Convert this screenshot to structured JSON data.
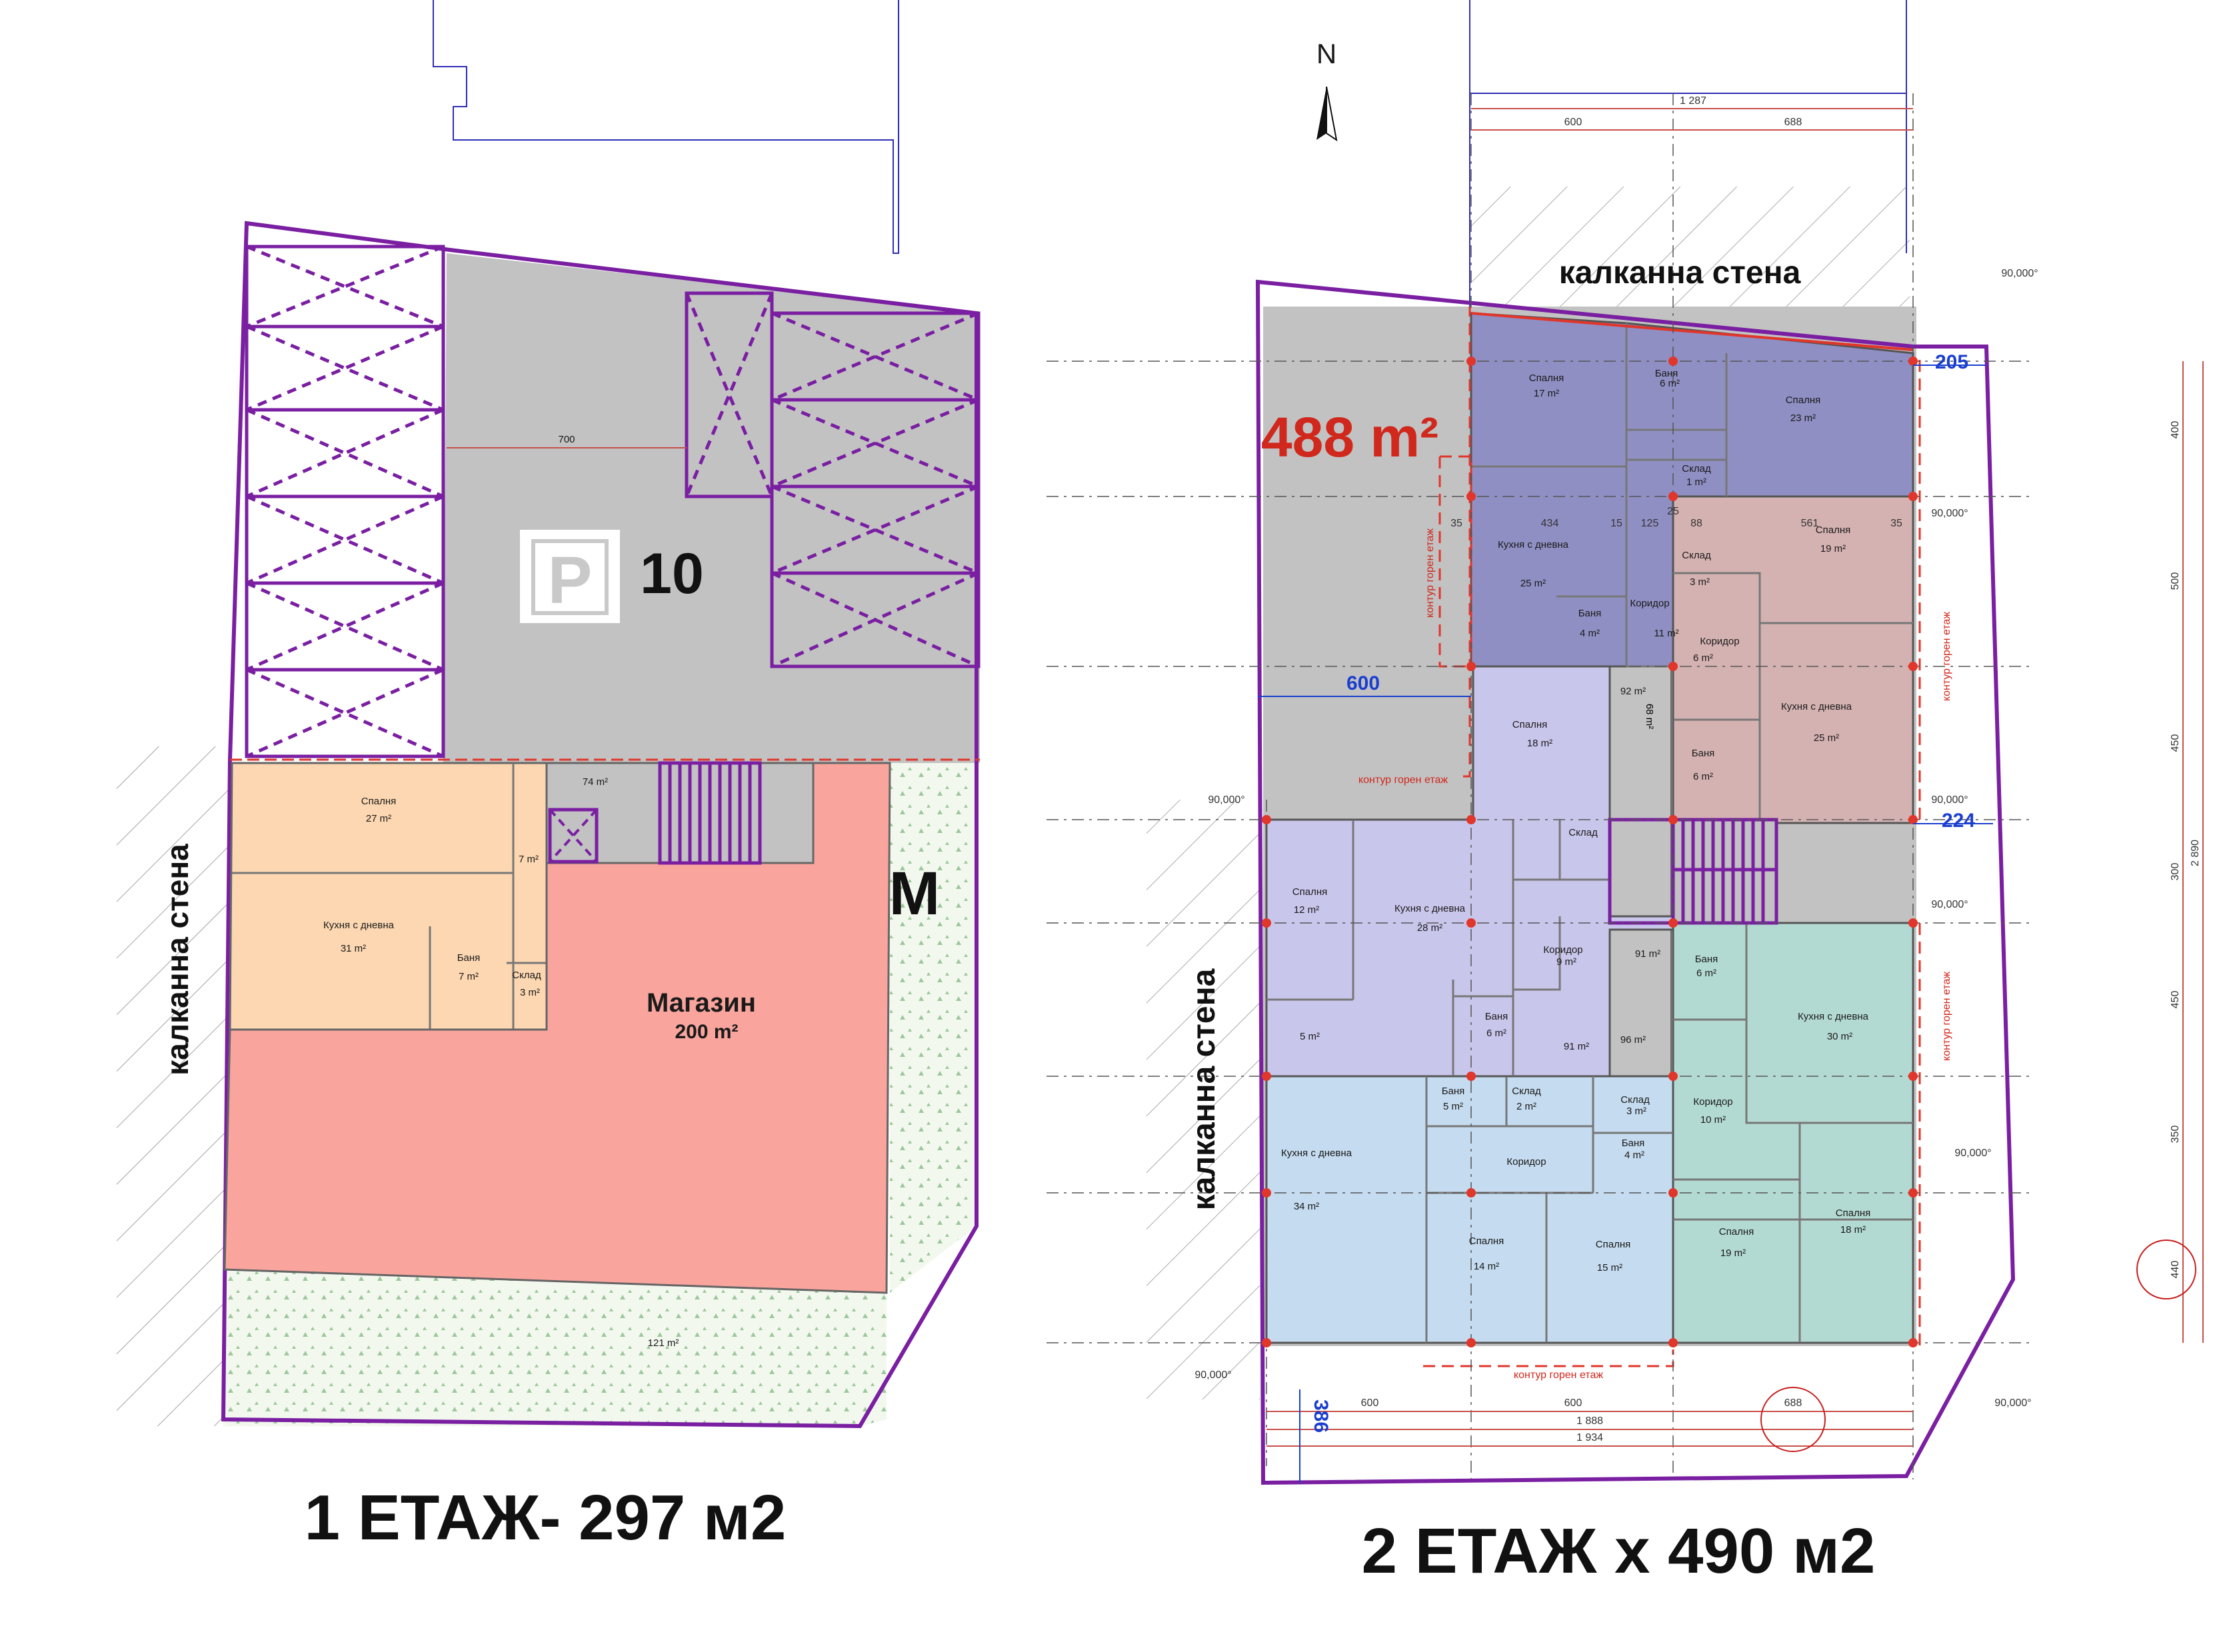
{
  "floor1": {
    "title": "1 ЕТАЖ- 297 м2",
    "parking_count": "10",
    "parking_symbol": "P",
    "dim_700": "700",
    "wall_label": "калканна стена",
    "marker_m": "M",
    "rooms": [
      {
        "name": "Спалня",
        "area": "27 m²"
      },
      {
        "name": "Кухня с дневна",
        "area": "31 m²"
      },
      {
        "name": "Баня",
        "area": "7 m²"
      },
      {
        "name": "Склад",
        "area": "3 m²"
      },
      {
        "name": "Магазин",
        "area": "200 m²"
      },
      {
        "name": "",
        "area": "74 m²"
      },
      {
        "name": "",
        "area": "7 m²"
      },
      {
        "name": "",
        "area": "121 m²"
      }
    ]
  },
  "floor2": {
    "title": "2 ЕТАЖ х 490 м2",
    "north": "N",
    "total_area": "488 m²",
    "wall_label_top": "калканна стена",
    "wall_label_left": "калканна стена",
    "contour": "контур горен етаж",
    "angle": "90,000°",
    "dims_top": {
      "total": "1 287",
      "a": "600",
      "b": "688"
    },
    "dims_bottom": {
      "a": "600",
      "b": "600",
      "c": "688",
      "d": "1 888",
      "e": "1 934"
    },
    "dims_right": [
      "400",
      "500",
      "450",
      "300",
      "450",
      "350",
      "440"
    ],
    "dim_right_total": "2 890",
    "blue_dims": {
      "d205": "205",
      "d224": "224",
      "d600": "600",
      "d386": "386"
    },
    "inner_dims": [
      "35",
      "434",
      "15",
      "125",
      "25",
      "88",
      "561",
      "35"
    ],
    "apartments": {
      "A": {
        "color": "#8f8fc4",
        "rooms": [
          {
            "name": "Спалня",
            "area": "17 m²"
          },
          {
            "name": "Баня",
            "area": "6 m²"
          },
          {
            "name": "Спалня",
            "area": "23 m²"
          },
          {
            "name": "Склад",
            "area": "1 m²"
          },
          {
            "name": "Кухня с дневна",
            "area": "25 m²"
          },
          {
            "name": "Баня",
            "area": "4 m²"
          },
          {
            "name": "Коридор",
            "area": "11 m²"
          }
        ]
      },
      "B": {
        "color": "#d5b2b2",
        "rooms": [
          {
            "name": "Спалня",
            "area": "19 m²"
          },
          {
            "name": "Склад",
            "area": "3 m²"
          },
          {
            "name": "Коридор",
            "area": "6 m²"
          },
          {
            "name": "Кухня с дневна",
            "area": "25 m²"
          },
          {
            "name": "Баня",
            "area": "6 m²"
          }
        ]
      },
      "C": {
        "color": "#c9c6eb",
        "rooms": [
          {
            "name": "Спалня",
            "area": "18 m²"
          },
          {
            "name": "Спалня",
            "area": "12 m²"
          },
          {
            "name": "Кухня с дневна",
            "area": "28 m²"
          },
          {
            "name": "Склад",
            "area": ""
          },
          {
            "name": "Коридор",
            "area": "9 m²"
          },
          {
            "name": "Баня",
            "area": "6 m²"
          },
          {
            "name": "",
            "area": "5 m²"
          }
        ]
      },
      "D": {
        "color": "#b3dad2",
        "rooms": [
          {
            "name": "Баня",
            "area": "6 m²"
          },
          {
            "name": "Кухня с дневна",
            "area": "30 m²"
          },
          {
            "name": "Коридор",
            "area": "10 m²"
          },
          {
            "name": "Спалня",
            "area": "19 m²"
          },
          {
            "name": "Спалня",
            "area": "18 m²"
          }
        ]
      },
      "E": {
        "color": "#c5dbef",
        "rooms": [
          {
            "name": "Кухня с дневна",
            "area": "34 m²"
          },
          {
            "name": "Баня",
            "area": "5 m²"
          },
          {
            "name": "Склад",
            "area": "2 m²"
          },
          {
            "name": "Коридор",
            "area": ""
          },
          {
            "name": "Склад",
            "area": "3 m²"
          },
          {
            "name": "Баня",
            "area": "4 m²"
          },
          {
            "name": "Спалня",
            "area": "14 m²"
          },
          {
            "name": "Спалня",
            "area": "15 m²"
          }
        ]
      }
    },
    "core_areas": [
      "68 m²",
      "92 m²",
      "91 m²",
      "91 m²",
      "96 m²"
    ]
  }
}
